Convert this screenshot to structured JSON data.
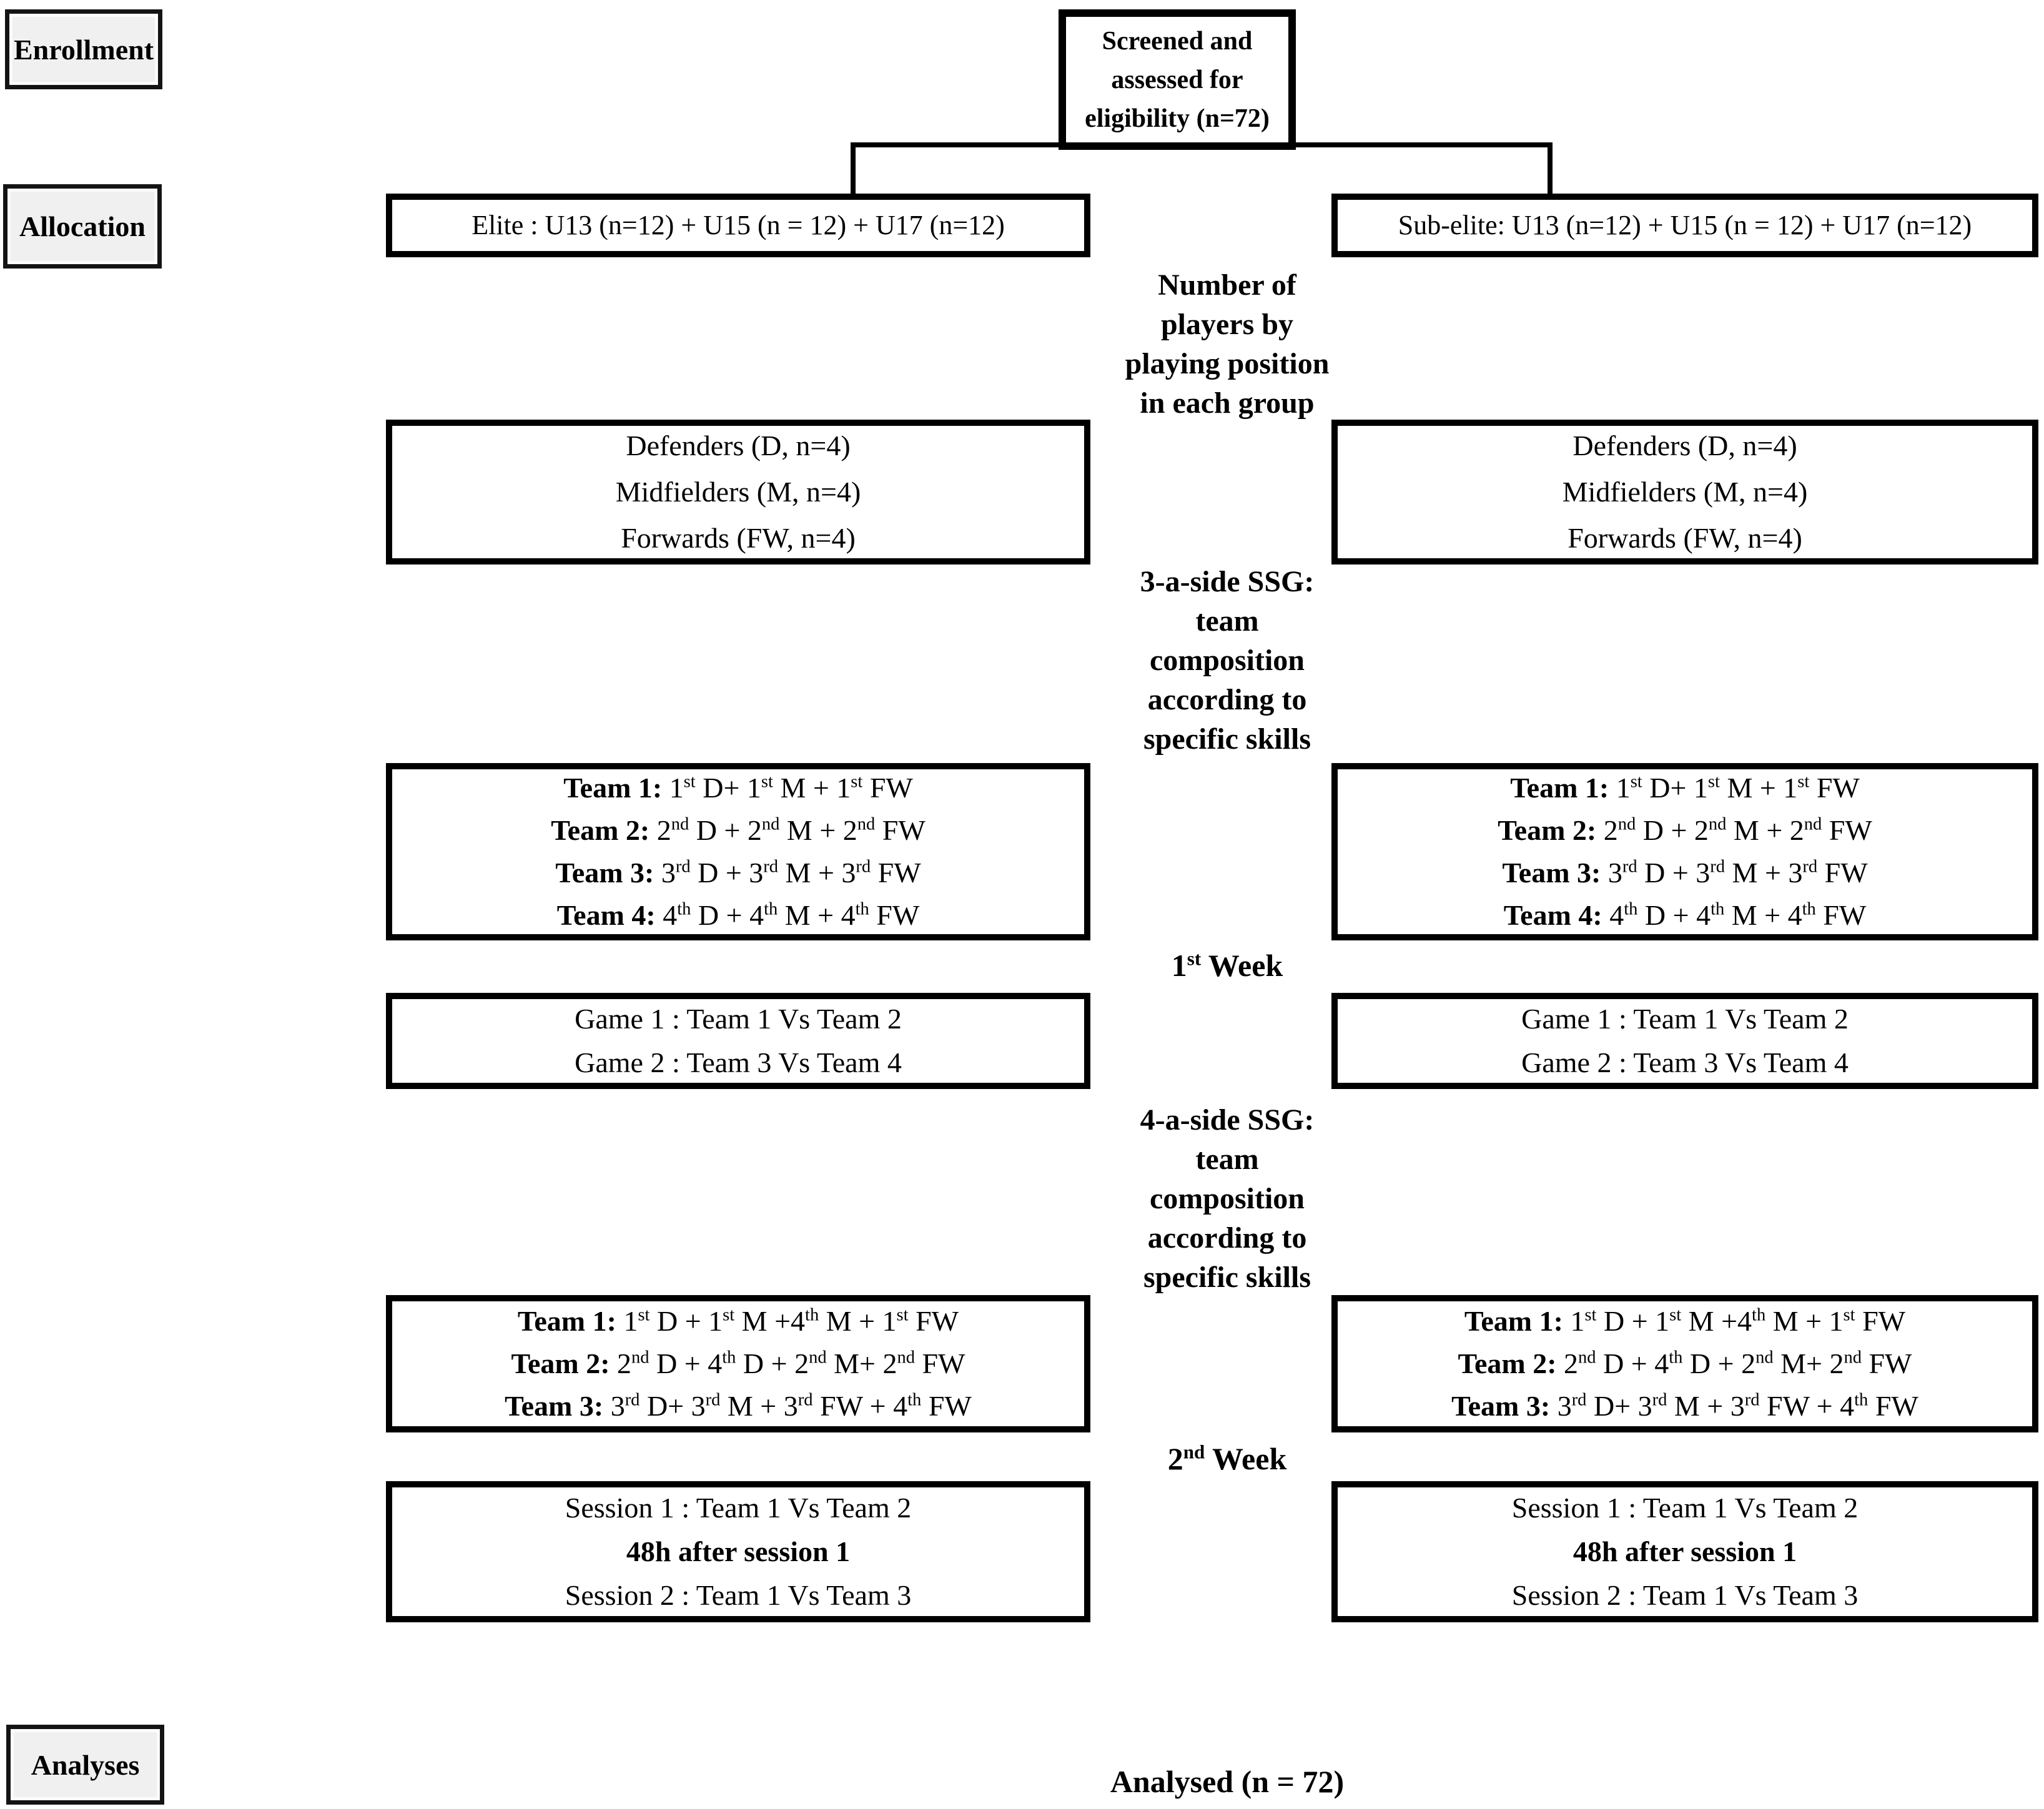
{
  "figure": {
    "stages": {
      "enrollment": "Enrollment",
      "allocation": "Allocation",
      "analyses": "Analyses"
    },
    "screened": {
      "lines": [
        "Screened and",
        "assessed for",
        "eligibility (n=72)"
      ]
    },
    "center": {
      "players_by_position": [
        "Number of",
        "players by",
        "playing position",
        "in each group"
      ],
      "ssg3": [
        "3-a-side SSG:",
        "team",
        "composition",
        "according to",
        "specific skills"
      ],
      "week1": "1^st^ Week",
      "ssg4": [
        "4-a-side SSG:",
        "team",
        "composition",
        "according to",
        "specific skills"
      ],
      "week2": "2^nd^ Week",
      "analysed": "Analysed (n = 72)"
    },
    "columns": [
      {
        "id": "elite",
        "allocation": "Elite : U13 (n=12) + U15 (n = 12) + U17 (n=12)",
        "positions": [
          "Defenders (D, n=4)",
          "Midfielders (M, n=4)",
          "Forwards (FW, n=4)"
        ],
        "teams_3_a_side": [
          "**Team 1:** 1^st^ D+ 1^st^ M + 1^st^ FW",
          "**Team 2:** 2^nd^ D + 2^nd^ M + 2^nd^ FW",
          "**Team 3:** 3^rd^ D + 3^rd^ M + 3^rd^ FW",
          "**Team 4:** 4^th^ D + 4^th^ M + 4^th^ FW"
        ],
        "week1_games": [
          "Game 1 : Team 1 Vs Team 2",
          "Game 2 : Team 3 Vs Team 4"
        ],
        "teams_4_a_side": [
          "**Team 1:** 1^st^ D + 1^st^ M +4^th^ M + 1^st^ FW",
          "**Team 2:** 2^nd^ D + 4^th^ D + 2^nd^ M+ 2^nd^ FW",
          "**Team 3:** 3^rd^ D+ 3^rd^ M + 3^rd^ FW + 4^th^ FW"
        ],
        "week2_sessions": [
          "Session 1 : Team 1 Vs Team 2",
          "**48h after session 1**",
          "Session 2 : Team 1 Vs Team 3"
        ]
      },
      {
        "id": "sub-elite",
        "allocation": "Sub-elite: U13 (n=12) + U15 (n = 12) + U17 (n=12)",
        "positions": [
          "Defenders (D, n=4)",
          "Midfielders (M, n=4)",
          "Forwards (FW, n=4)"
        ],
        "teams_3_a_side": [
          "**Team 1:** 1^st^ D+ 1^st^ M + 1^st^ FW",
          "**Team 2:** 2^nd^ D + 2^nd^ M + 2^nd^ FW",
          "**Team 3:** 3^rd^ D + 3^rd^ M + 3^rd^ FW",
          "**Team 4:** 4^th^ D + 4^th^ M + 4^th^ FW"
        ],
        "week1_games": [
          "Game 1 : Team 1 Vs Team 2",
          "Game 2 : Team 3 Vs Team 4"
        ],
        "teams_4_a_side": [
          "**Team 1:** 1^st^ D + 1^st^ M +4^th^ M + 1^st^ FW",
          "**Team 2:** 2^nd^ D + 4^th^ D + 2^nd^ M+ 2^nd^ FW",
          "**Team 3:** 3^rd^ D+ 3^rd^ M + 3^rd^ FW + 4^th^ FW"
        ],
        "week2_sessions": [
          "Session 1 : Team 1 Vs Team 2",
          "**48h after session 1**",
          "Session 2 : Team 1 Vs Team 3"
        ]
      }
    ],
    "line_color": "#000000",
    "stage_box_fill": "#f0f0f0"
  }
}
